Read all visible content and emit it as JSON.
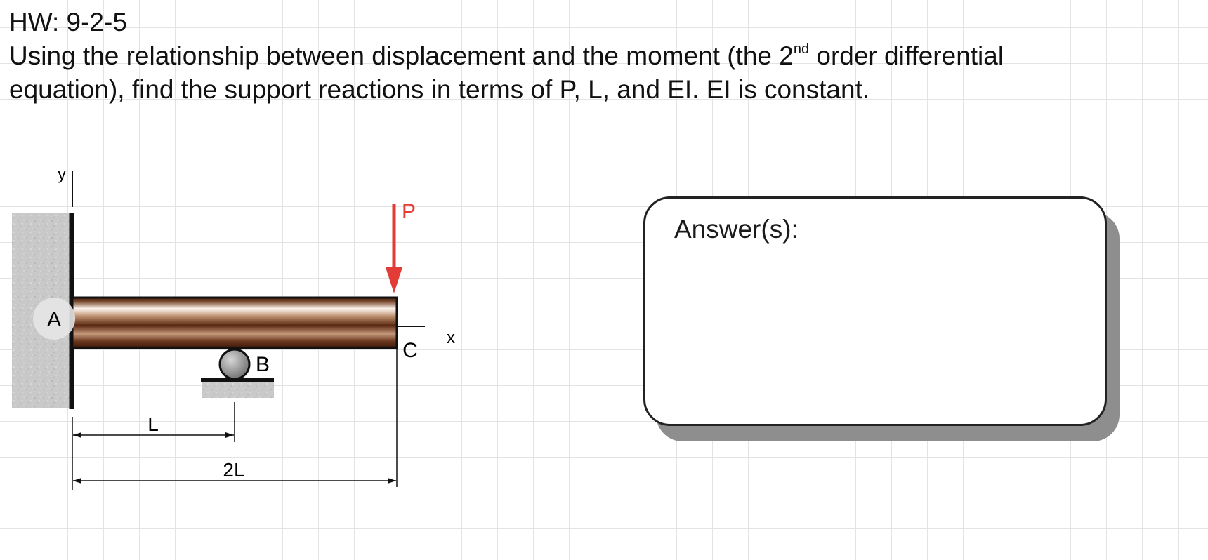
{
  "problem": {
    "id": "HW: 9-2-5",
    "line1_before": "Using the relationship between displacement and the moment (the 2",
    "line1_superscript": "nd",
    "line1_after": " order differential",
    "line2": "equation), find the support reactions in terms of P, L, and EI.  EI is constant."
  },
  "figure": {
    "y_axis_label": "y",
    "x_axis_label": "x",
    "load_label": "P",
    "point_a_label": "A",
    "point_b_label": "B",
    "point_c_label": "C",
    "dim_short_label": "L",
    "dim_long_label": "2L",
    "colors": {
      "load_arrow": "#e33b35",
      "beam_dark": "#4a1e0c",
      "beam_mid": "#a0704e",
      "beam_light": "#fdf5ee",
      "wall": "#c8c8c8",
      "roller": "#9d9d9d"
    }
  },
  "answer": {
    "label": "Answer(s):"
  }
}
